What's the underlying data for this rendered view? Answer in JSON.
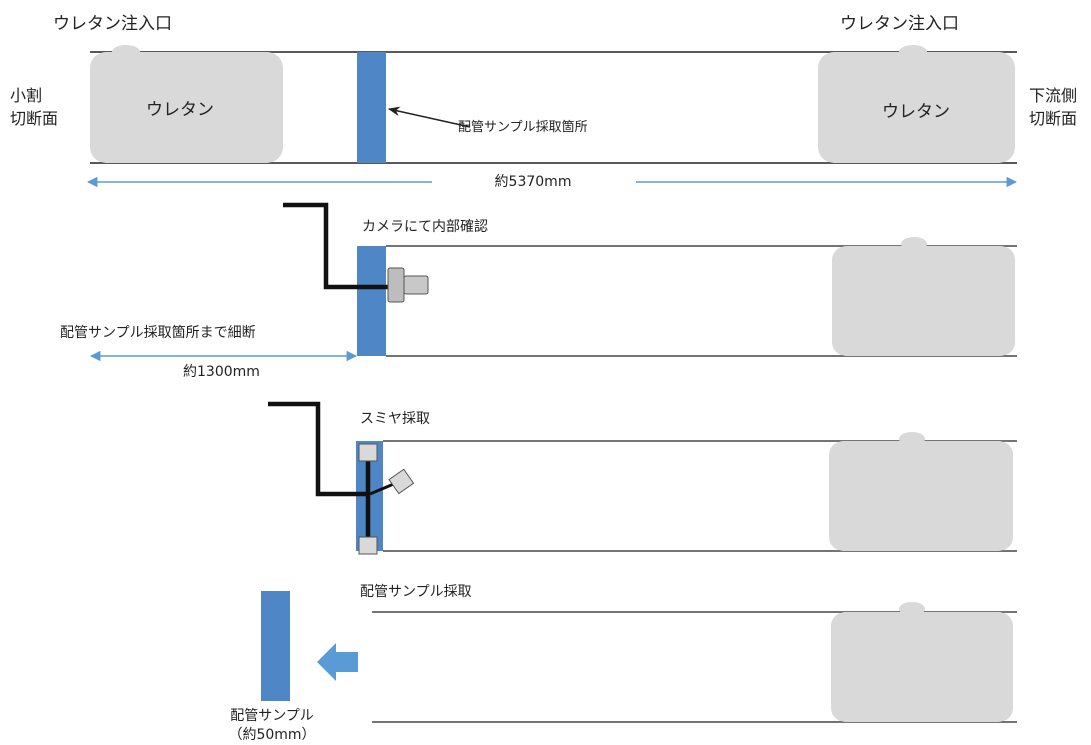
{
  "colors": {
    "urethane_fill": "#d9d9d9",
    "pipe_sample": "#4f86c6",
    "arrow": "#5b9bd5",
    "pipe_line": "#222222",
    "tool_fill": "#c8c8c8"
  },
  "step1": {
    "inlet_left": "ウレタン注入口",
    "inlet_right": "ウレタン注入口",
    "left_end": [
      "小割",
      "切断面"
    ],
    "right_end": [
      "下流側",
      "切断面"
    ],
    "urethane_left": "ウレタン",
    "urethane_right": "ウレタン",
    "sample_location": "配管サンプル採取箇所",
    "length": "約5370mm"
  },
  "step2": {
    "camera": "カメラにて内部確認",
    "cut": "配管サンプル採取箇所まで細断",
    "length": "約1300mm"
  },
  "step3": {
    "label": "スミヤ採取"
  },
  "step4": {
    "label": "配管サンプル採取",
    "sample": [
      "配管サンプル",
      "（約50mm）"
    ]
  }
}
